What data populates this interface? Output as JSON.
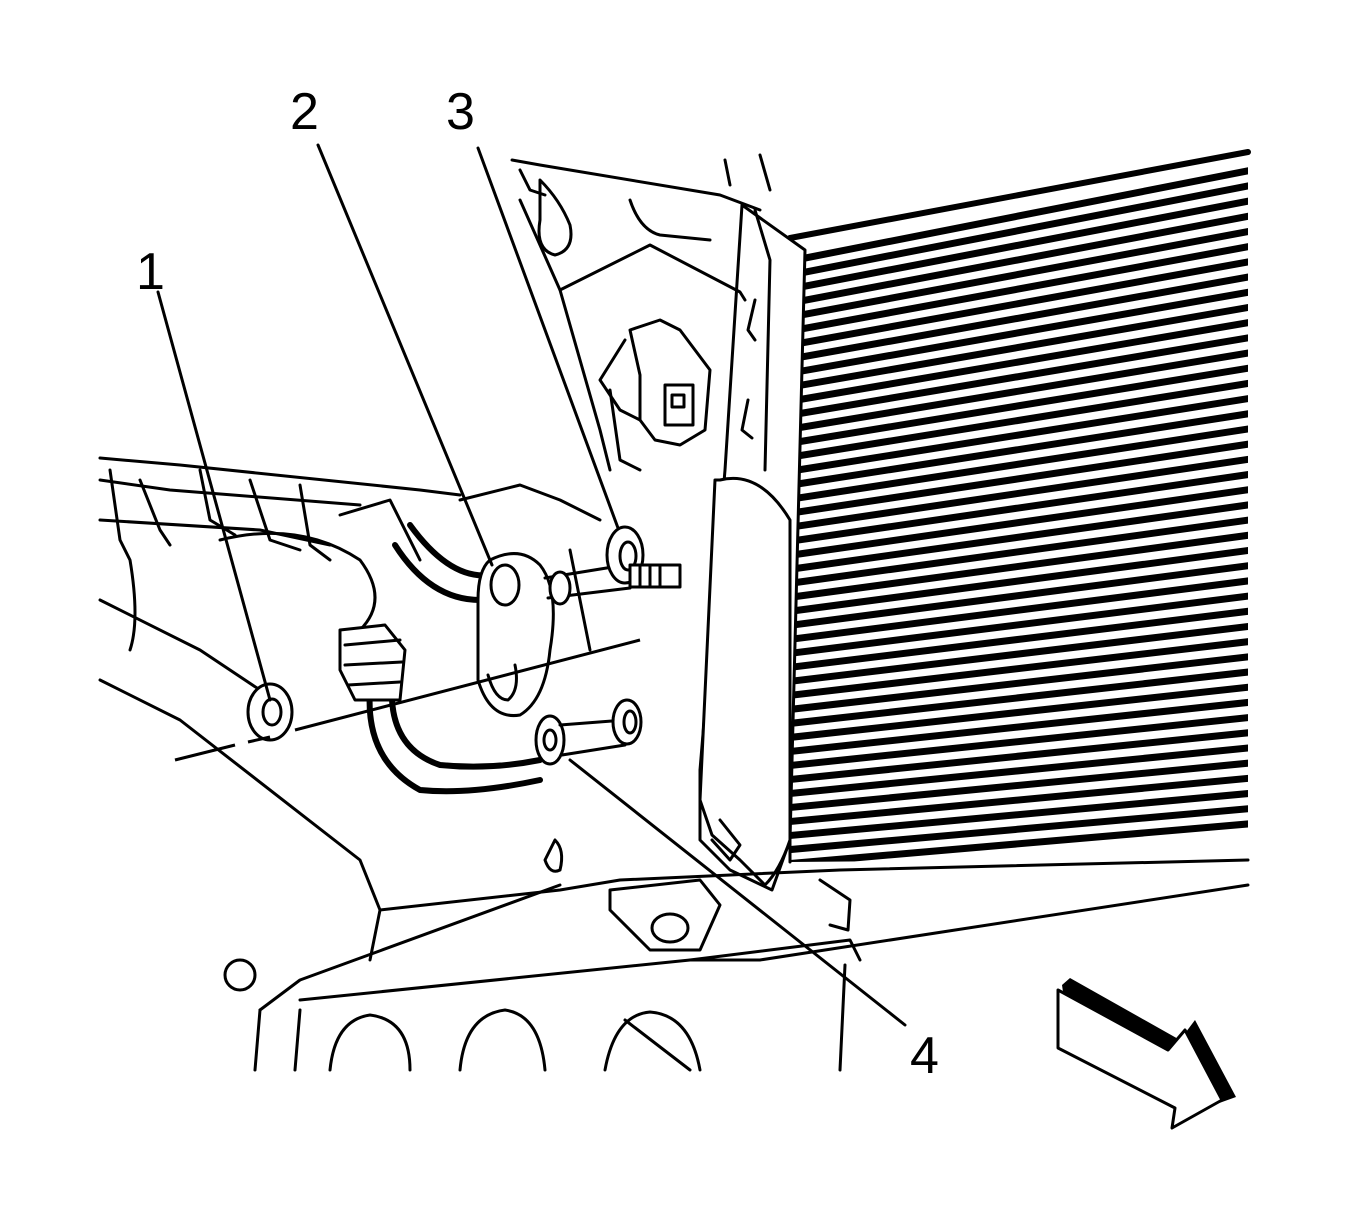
{
  "callouts": [
    {
      "id": "1",
      "label": "1"
    },
    {
      "id": "2",
      "label": "2"
    },
    {
      "id": "3",
      "label": "3"
    },
    {
      "id": "4",
      "label": "4"
    }
  ],
  "icons": {
    "direction_arrow": "front-direction-arrow-icon",
    "condenser": "condenser-core-icon"
  },
  "colors": {
    "line": "#000000",
    "background": "#ffffff"
  }
}
